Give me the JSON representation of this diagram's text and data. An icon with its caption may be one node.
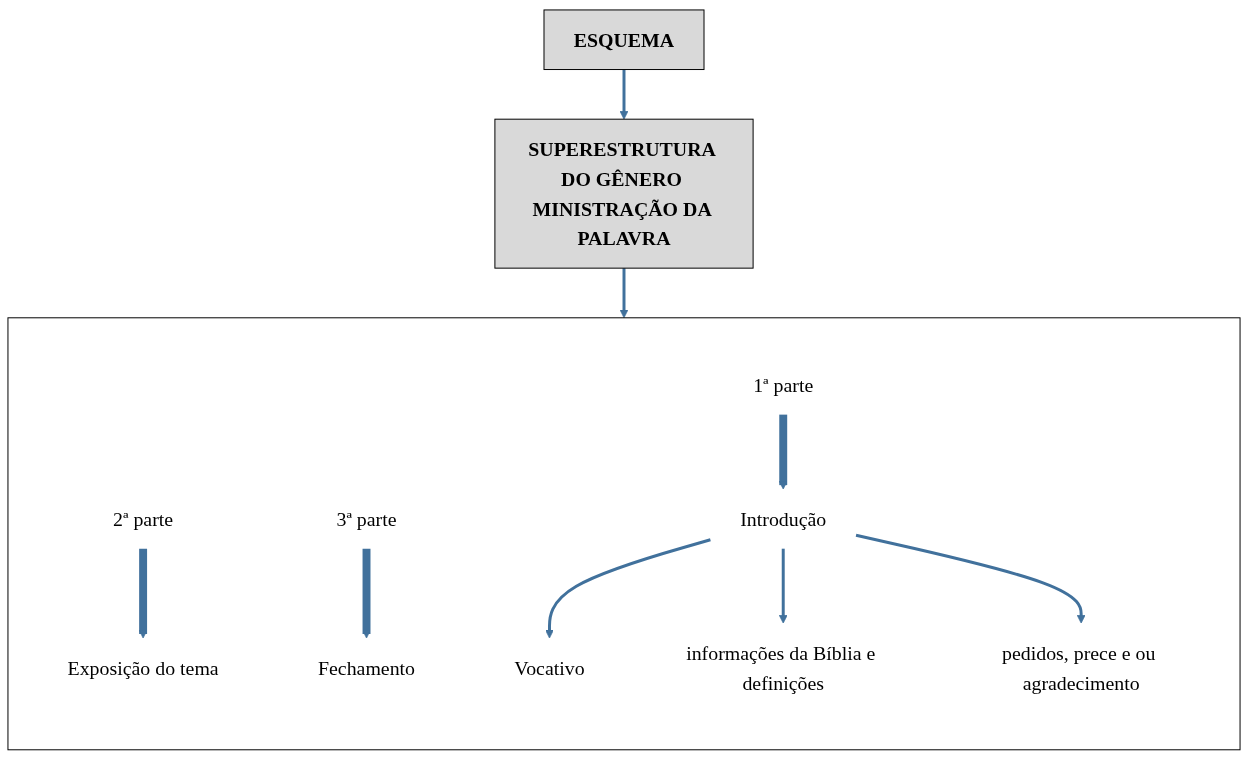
{
  "diagram": {
    "nodes": [
      {
        "text": [
          "ESQUEMA"
        ]
      },
      {
        "text": [
          "SUPERESTRUTURA DO GÊNERO MINISTRAÇÃO DA PALAVRA"
        ]
      },
      {
        "text": [],
        "shape": "box"
      },
      {
        "text": [
          "1ª parte"
        ],
        "in": 2
      },
      {
        "text": [
          "2ª parte"
        ],
        "in": 2
      },
      {
        "text": [
          "3ª parte"
        ],
        "in": 2
      },
      {
        "text": [
          "Introdução"
        ],
        "in": 2
      },
      {
        "text": [
          "Exposição do tema"
        ],
        "in": 2
      },
      {
        "text": [
          "Fechamento"
        ],
        "in": 2
      },
      {
        "text": [
          "Vocativo"
        ],
        "in": 2
      },
      {
        "text": [
          "informações da Bíblia e definições"
        ],
        "in": 2
      },
      {
        "text": [
          "pedidos, prece e ou agradecimento"
        ],
        "in": 2
      }
    ],
    "edges": [
      {
        "from": 0,
        "to": 1,
        "arrow": "to"
      },
      {
        "from": 1,
        "to": 2,
        "arrow": "to"
      },
      {
        "from": 3,
        "to": 6,
        "arrow": "to",
        "style": "thick"
      },
      {
        "from": 4,
        "to": 7,
        "arrow": "to",
        "style": "thick"
      },
      {
        "from": 5,
        "to": 8,
        "arrow": "to",
        "style": "thick"
      },
      {
        "from": 6,
        "to": 9,
        "arrow": "to"
      },
      {
        "from": 6,
        "to": 10,
        "arrow": "to"
      },
      {
        "from": 6,
        "to": 11,
        "arrow": "to"
      }
    ]
  }
}
